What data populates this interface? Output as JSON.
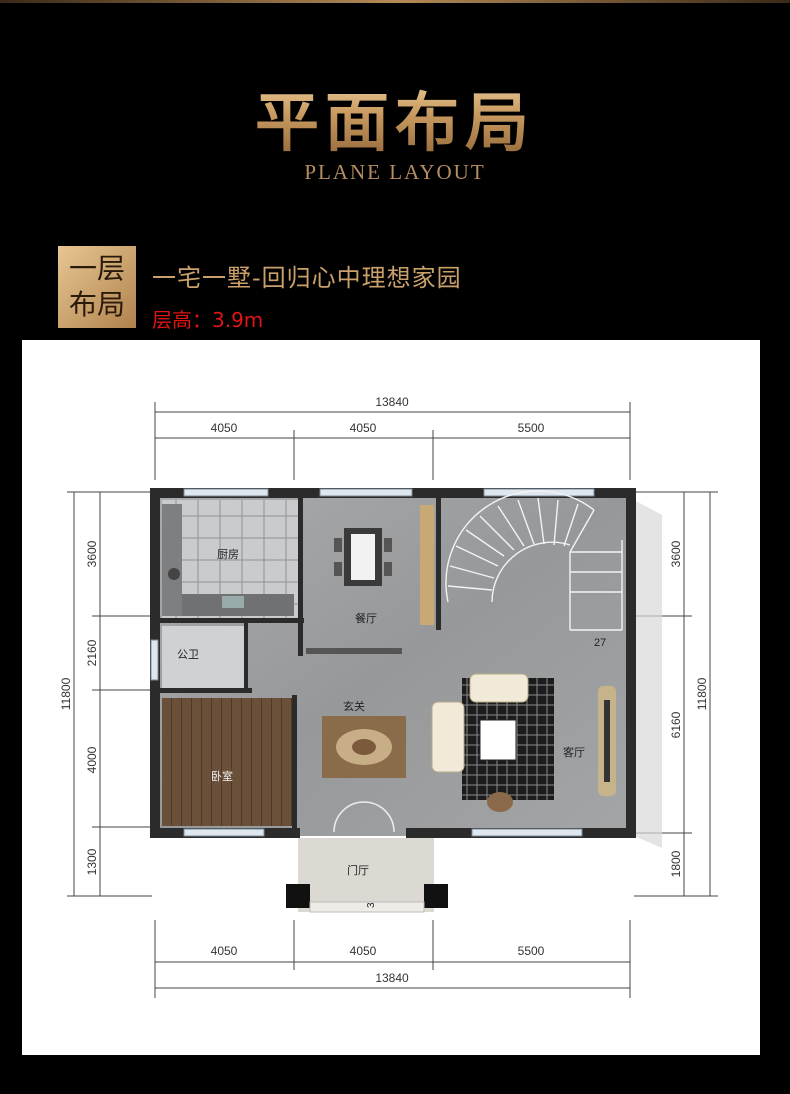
{
  "header": {
    "title": "平面布局",
    "subtitle": "PLANE LAYOUT"
  },
  "section": {
    "badge_line1": "一层",
    "badge_line2": "布局",
    "headline": "一宅一墅-回归心中理想家园",
    "floor_height": "层高：3.9m"
  },
  "plan": {
    "dims": {
      "top_total": "13840",
      "top_segments": [
        "4050",
        "4050",
        "5500"
      ],
      "bottom_total": "13840",
      "bottom_segments": [
        "4050",
        "4050",
        "5500"
      ],
      "left_total": "11800",
      "left_segments": [
        "3600",
        "2160",
        "4000",
        "1300"
      ],
      "right_total": "11800",
      "right_segments": [
        "3600",
        "6160",
        "1800"
      ]
    },
    "rooms": {
      "kitchen": "厨房",
      "dining": "餐厅",
      "bathroom": "公卫",
      "foyer": "玄关",
      "bedroom": "卧室",
      "living": "客厅",
      "porch": "门厅"
    },
    "stair_count": "27",
    "step_count": "3"
  },
  "colors": {
    "accent_gold": "#c8a06a",
    "red_text": "#e01414",
    "floor_gray": "#9d9fa1",
    "wall": "#2b2b2b"
  }
}
